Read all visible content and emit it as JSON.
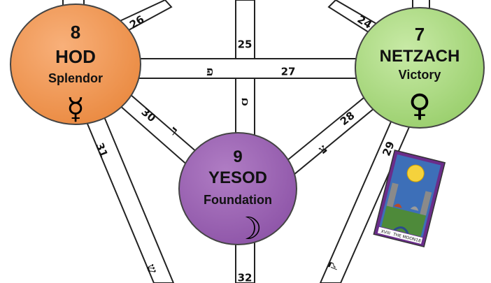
{
  "paths": [
    {
      "id": "26",
      "label": "26"
    },
    {
      "id": "25",
      "label": "25"
    },
    {
      "id": "24",
      "label": "24"
    },
    {
      "id": "27",
      "label": "27",
      "letter": "פ"
    },
    {
      "id": "30",
      "label": "30",
      "letter": "ר"
    },
    {
      "id": "28",
      "label": "28",
      "letter": "צ"
    },
    {
      "id": "31",
      "label": "31",
      "letter": "ש"
    },
    {
      "id": "29",
      "label": "29",
      "letter": "ק"
    },
    {
      "id": "32",
      "label": "32"
    },
    {
      "id": "25b",
      "letter": "ס"
    }
  ],
  "sephiroth": {
    "hod": {
      "number": "8",
      "name": "HOD",
      "meaning": "Splendor",
      "symbol": "☿",
      "color": "#f0964e"
    },
    "netzach": {
      "number": "7",
      "name": "NETZACH",
      "meaning": "Victory",
      "symbol": "♀",
      "color": "#a6d57a"
    },
    "yesod": {
      "number": "9",
      "name": "YESOD",
      "meaning": "Foundation",
      "symbol": "☽",
      "color": "#9a5fb0"
    }
  },
  "card": {
    "title": "THE MOON",
    "numeral_left": "XVIII",
    "numeral_right": "18"
  }
}
